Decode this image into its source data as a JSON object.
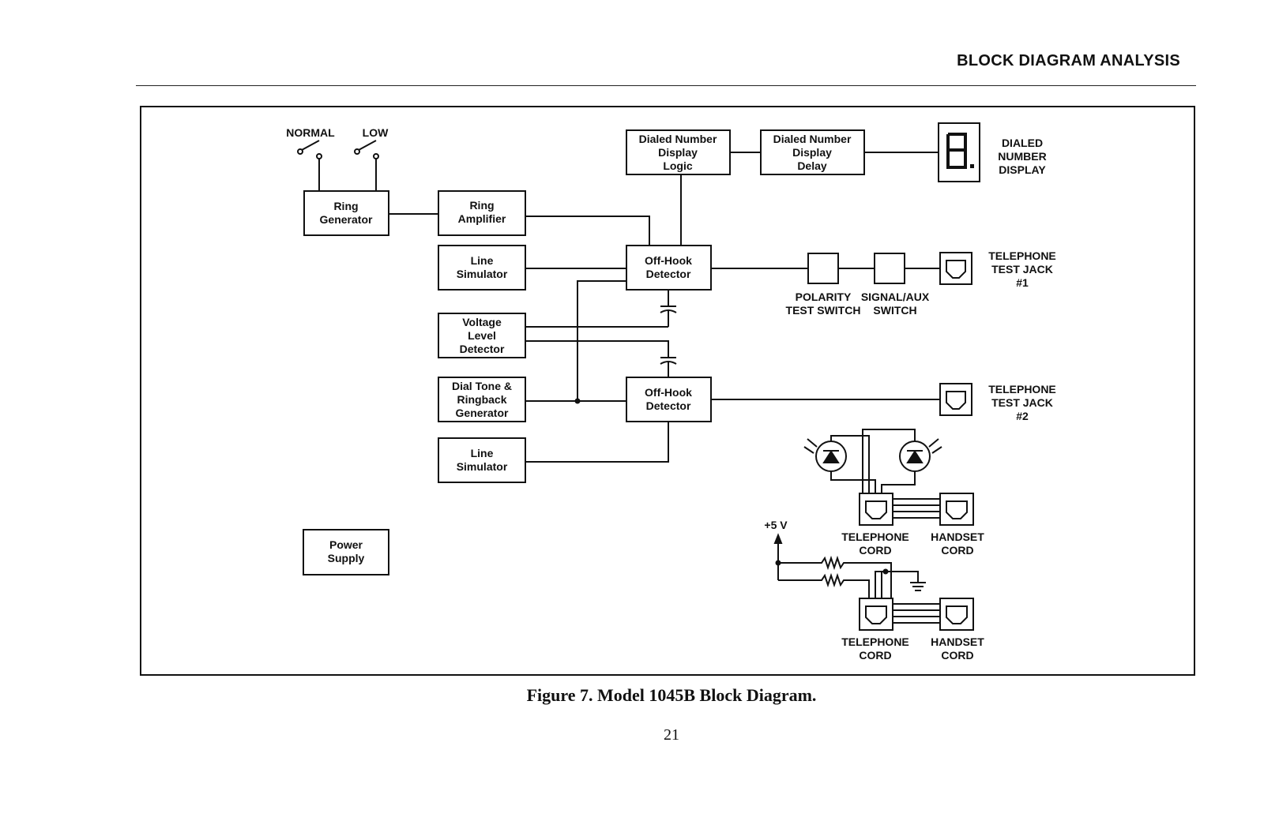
{
  "header": {
    "section_title": "BLOCK DIAGRAM ANALYSIS"
  },
  "switches": {
    "normal": "NORMAL",
    "low": "LOW"
  },
  "blocks": {
    "ring_generator": [
      "Ring",
      "Generator"
    ],
    "ring_amplifier": [
      "Ring",
      "Amplifier"
    ],
    "line_simulator_1": [
      "Line",
      "Simulator"
    ],
    "voltage_level_detector": [
      "Voltage",
      "Level",
      "Detector"
    ],
    "dial_tone_generator": [
      "Dial Tone &",
      "Ringback",
      "Generator"
    ],
    "line_simulator_2": [
      "Line",
      "Simulator"
    ],
    "power_supply": [
      "Power",
      "Supply"
    ],
    "dialed_number_display_logic": [
      "Dialed Number",
      "Display",
      "Logic"
    ],
    "dialed_number_display_delay": [
      "Dialed Number",
      "Display",
      "Delay"
    ],
    "off_hook_detector_1": [
      "Off-Hook",
      "Detector"
    ],
    "off_hook_detector_2": [
      "Off-Hook",
      "Detector"
    ]
  },
  "labels": {
    "dialed_number_display": [
      "DIALED",
      "NUMBER",
      "DISPLAY"
    ],
    "polarity_test_switch": [
      "POLARITY",
      "TEST SWITCH"
    ],
    "signal_aux_switch": [
      "SIGNAL/AUX",
      "SWITCH"
    ],
    "telephone_test_jack_1": [
      "TELEPHONE",
      "TEST JACK",
      "#1"
    ],
    "telephone_test_jack_2": [
      "TELEPHONE",
      "TEST JACK",
      "#2"
    ],
    "telephone_cord_1": [
      "TELEPHONE",
      "CORD"
    ],
    "handset_cord_1": [
      "HANDSET",
      "CORD"
    ],
    "telephone_cord_2": [
      "TELEPHONE",
      "CORD"
    ],
    "handset_cord_2": [
      "HANDSET",
      "CORD"
    ],
    "supply_voltage": "+5 V",
    "seven_segment_digit": "8"
  },
  "caption": "Figure 7. Model 1045B Block Diagram.",
  "page_number": "21"
}
